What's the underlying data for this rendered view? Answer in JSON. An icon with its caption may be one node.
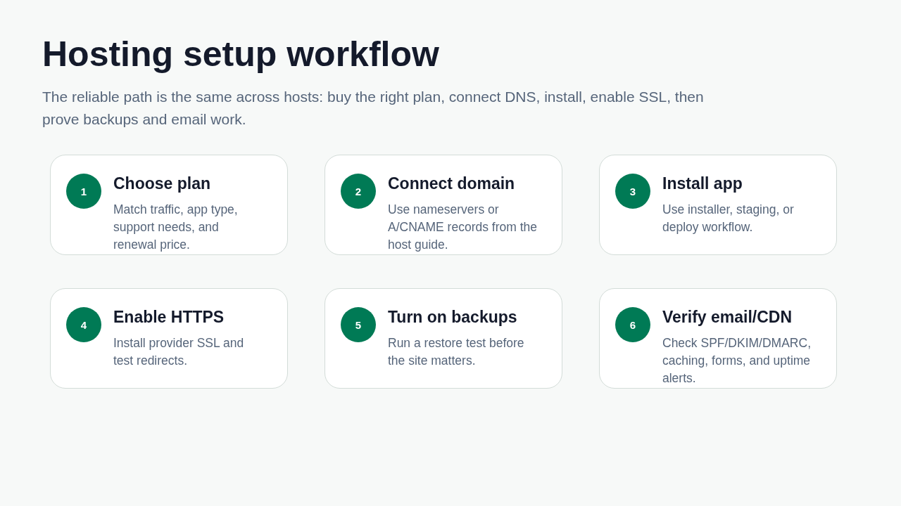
{
  "diagram": {
    "title": "Hosting setup workflow",
    "nodes": [
      {
        "text": [
          "Choose plan",
          "Match traffic, app type, support needs, and renewal price."
        ]
      },
      {
        "text": [
          "1"
        ],
        "in": 0
      },
      {
        "text": [
          "Connect domain",
          "Use nameservers or A/CNAME records from the host guide."
        ]
      },
      {
        "text": [
          "2"
        ],
        "in": 2
      },
      {
        "text": [
          "Install app",
          "Use installer, staging, or deploy workflow."
        ]
      },
      {
        "text": [
          "3"
        ],
        "in": 4
      },
      {
        "text": [
          "Enable HTTPS",
          "Install provider SSL and test redirects."
        ]
      },
      {
        "text": [
          "4"
        ],
        "in": 6
      },
      {
        "text": [
          "Turn on backups",
          "Run a restore test before the site matters."
        ]
      },
      {
        "text": [
          "5"
        ],
        "in": 8
      },
      {
        "text": [
          "Verify email/CDN",
          "Check SPF/DKIM/DMARC, caching, forms, and uptime alerts."
        ]
      },
      {
        "text": [
          "6"
        ],
        "in": 10
      }
    ],
    "edges": [],
    "labels": [
      "The reliable path is the same across hosts: buy the right plan, connect DNS, install, enable SSL, then prove backups and email work."
    ]
  }
}
